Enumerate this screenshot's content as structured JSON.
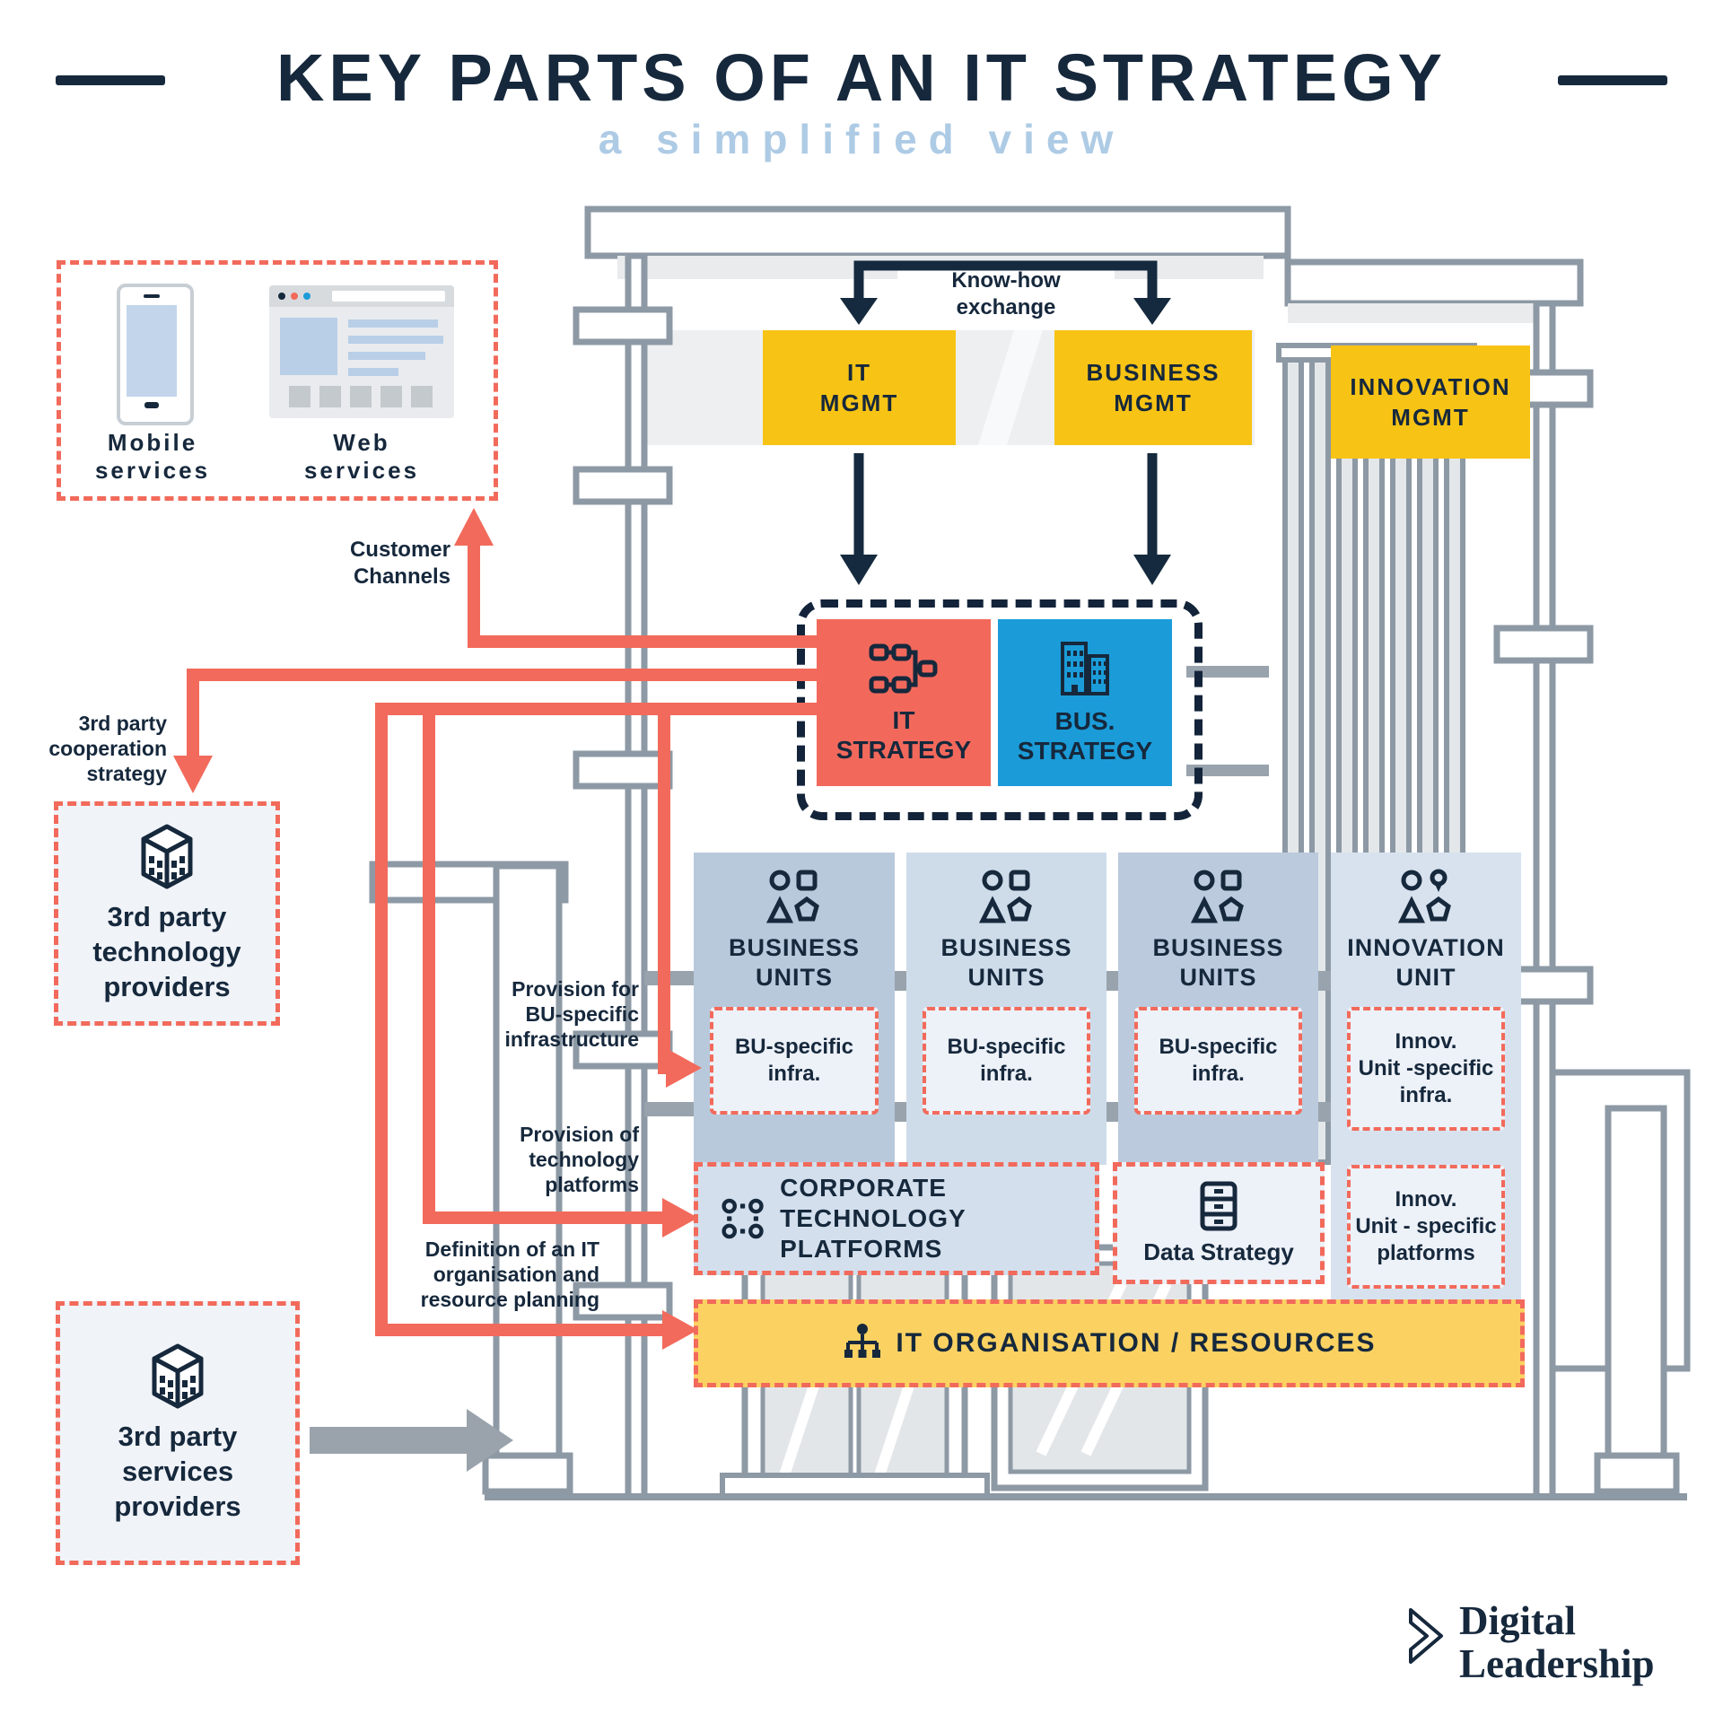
{
  "header": {
    "title": "KEY PARTS OF AN IT STRATEGY",
    "subtitle": "a simplified view"
  },
  "channels": {
    "mobile": "Mobile\nservices",
    "web": "Web\nservices",
    "caption": "Customer\nChannels"
  },
  "mgmt": {
    "know_how": "Know-how\nexchange",
    "it": "IT\nMGMT",
    "business": "BUSINESS\nMGMT",
    "innovation": "INNOVATION\nMGMT"
  },
  "strategy": {
    "it": "IT\nSTRATEGY",
    "bus": "BUS.\nSTRATEGY"
  },
  "bu_units": [
    {
      "title": "BUSINESS\nUNITS",
      "infra": "BU-specific\ninfra."
    },
    {
      "title": "BUSINESS\nUNITS",
      "infra": "BU-specific\ninfra."
    },
    {
      "title": "BUSINESS\nUNITS",
      "infra": "BU-specific\ninfra."
    }
  ],
  "innovation_unit": {
    "title": "INNOVATION\nUNIT",
    "infra": "Innov.\nUnit -specific\ninfra.",
    "platforms": "Innov.\nUnit - specific\nplatforms"
  },
  "platforms": {
    "corporate": "CORPORATE TECHNOLOGY\nPLATFORMS",
    "data": "Data Strategy"
  },
  "organisation": {
    "label": "IT ORGANISATION / RESOURCES"
  },
  "side_labels": {
    "customer": "Customer\nChannels",
    "cooperation": "3rd party\ncooperation\nstrategy",
    "bu_provision": "Provision for\nBU-specific\ninfrastructure",
    "platform_provision": "Provision of\ntechnology\nplatforms",
    "org_definition": "Definition of an IT\norganisation and\nresource planning"
  },
  "third_party": {
    "technology": "3rd party\ntechnology\nproviders",
    "services": "3rd party\nservices\nproviders"
  },
  "brand": {
    "name": "Digital\nLeadership"
  },
  "icons": {
    "smartphone-icon": "mobile phone mockup",
    "browser-icon": "web browser window mockup",
    "flowchart-icon": "connected process boxes",
    "buildings-icon": "office buildings",
    "team-icon": "circle/square/triangle/pentagon people shapes",
    "innovation-team-icon": "circle/pin/triangle/pentagon people shapes",
    "network-dots-icon": "linked platform dots",
    "database-icon": "stacked data drawers",
    "org-chart-icon": "organisation tree",
    "cube-building-icon": "isometric 3rd-party building cube",
    "chevron-logo-icon": "hollow right chevron"
  },
  "colors": {
    "navy": "#16283C",
    "accent_red": "#F26A5B",
    "accent_yellow": "#F7C315",
    "accent_yellow_light": "#FBD262",
    "accent_blue": "#1B9CD9",
    "subtitle_blue": "#AECBE5",
    "unit_fill_dark": "#B9C9DC",
    "unit_fill_light": "#CEDCEA",
    "innovation_fill": "#D7E2EE",
    "platform_fill": "#D3DFEC",
    "inner_panel": "#EDF1F8",
    "building_gray": "#8D99A4"
  }
}
